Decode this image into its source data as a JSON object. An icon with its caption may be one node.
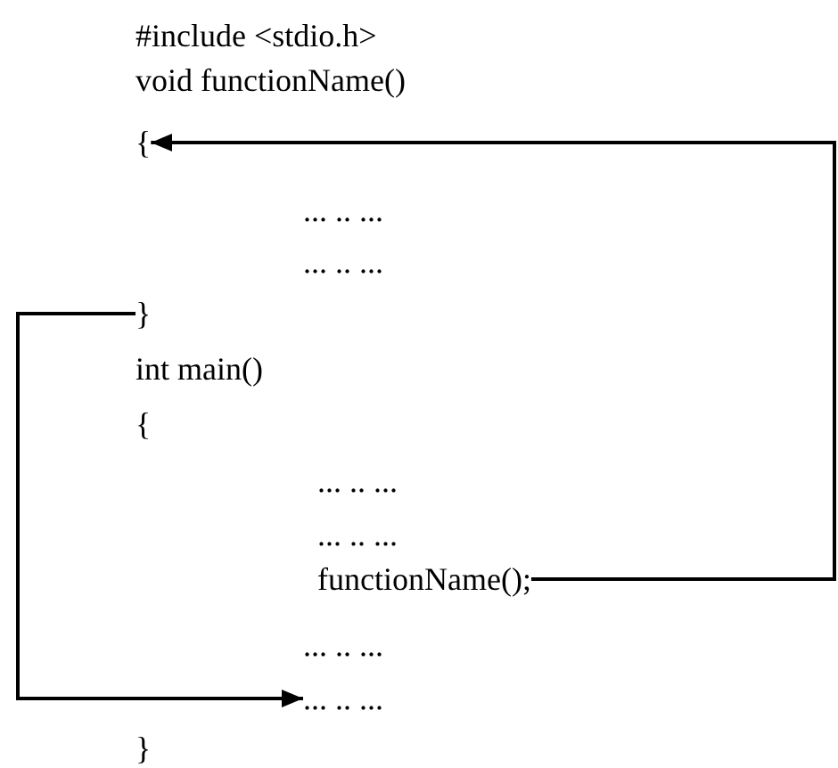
{
  "diagram": {
    "nodes": [
      {
        "text": [
          "{"
        ]
      },
      {
        "text": [
          "}"
        ]
      },
      {
        "text": [
          "functionName();"
        ]
      },
      {
        "text": [
          "... .. ..."
        ]
      }
    ],
    "edges": [
      {
        "from": 2,
        "to": 0,
        "arrow": "to"
      },
      {
        "from": 1,
        "to": 3,
        "arrow": "to"
      }
    ],
    "labels": [
      "#include <stdio.h>",
      "void functionName()",
      "... .. ...",
      "... .. ...",
      "int main()",
      "{",
      "... .. ...",
      "... .. ...",
      "... .. ...",
      "}"
    ]
  }
}
